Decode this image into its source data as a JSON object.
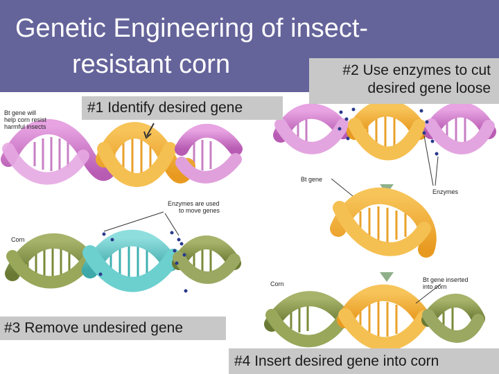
{
  "title": {
    "line1": "Genetic Engineering of insect-",
    "line2": "resistant corn"
  },
  "steps": {
    "step1": "#1 Identify desired gene",
    "step2_line1": "#2 Use enzymes to cut",
    "step2_line2": "desired gene loose",
    "step3": "#3 Remove undesired gene",
    "step4": "#4 Insert desired gene into corn"
  },
  "diagram_labels": {
    "bt_gene_note_1": "Bt gene will",
    "bt_gene_note_2": "help corn resist",
    "bt_gene_note_3": "harmful insects",
    "corn_left": "Corn",
    "enzymes_used_1": "Enzymes are used",
    "enzymes_used_2": "to move genes",
    "bt_gene": "Bt gene",
    "enzymes": "Enzymes",
    "corn_right": "Corn",
    "bt_inserted_1": "Bt gene inserted",
    "bt_inserted_2": "into corn"
  },
  "colors": {
    "header": "#64639a",
    "callout": "#c8c8c8",
    "bt_strand": "#f2b038",
    "pink_strand": "#d889d6",
    "corn_strand": "#8a9a4a",
    "teal_strand": "#5fc6c4",
    "enzyme_dot": "#2a3a8c",
    "arrow": "#8fb08a"
  }
}
